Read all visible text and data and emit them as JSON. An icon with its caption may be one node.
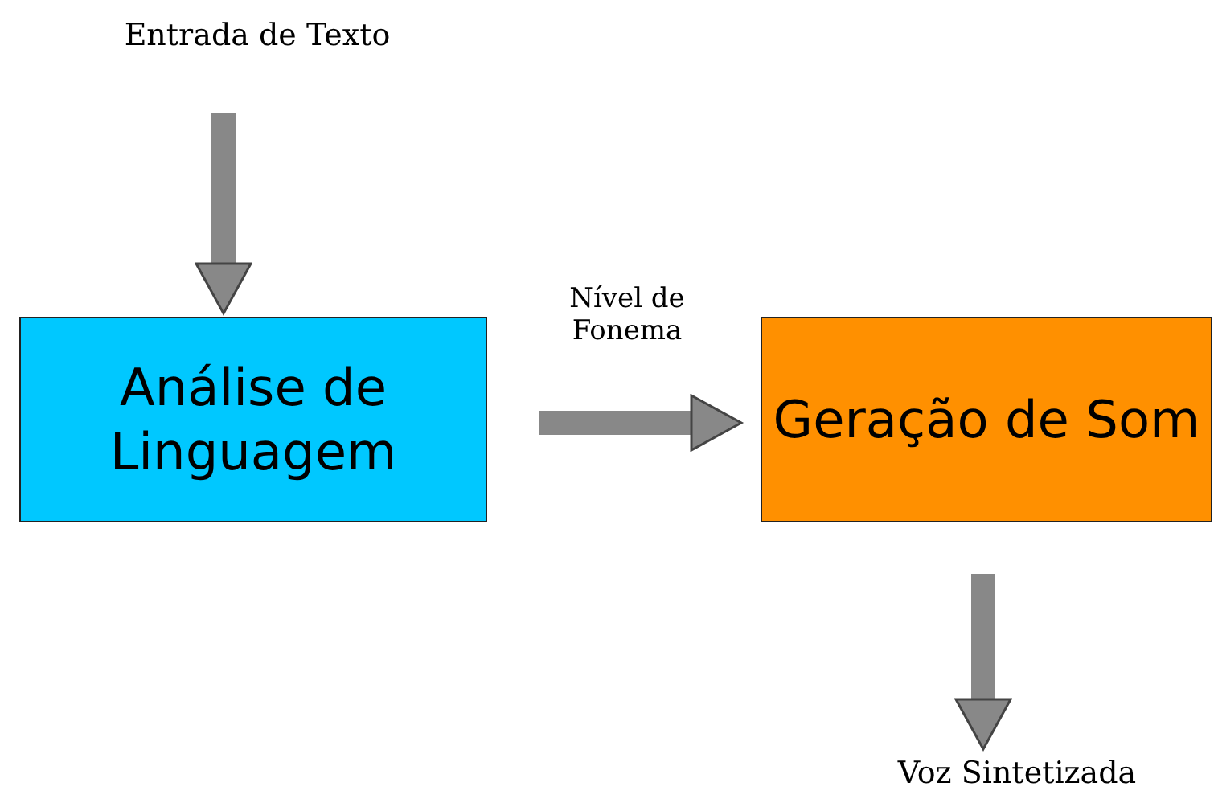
{
  "diagram": {
    "nodes": [
      {
        "text": [
          "Entrada de Texto"
        ]
      },
      {
        "text": [
          "Análise de Linguagem"
        ]
      },
      {
        "text": [
          "Geração de Som"
        ]
      },
      {
        "text": [
          "Voz Sintetizada"
        ]
      }
    ],
    "edges": [
      {
        "from": 0,
        "to": 1,
        "arrow": "to"
      },
      {
        "from": 1,
        "to": 2,
        "arrow": "to",
        "label": "Nível de Fonema"
      },
      {
        "from": 2,
        "to": 3,
        "arrow": "to"
      }
    ]
  }
}
